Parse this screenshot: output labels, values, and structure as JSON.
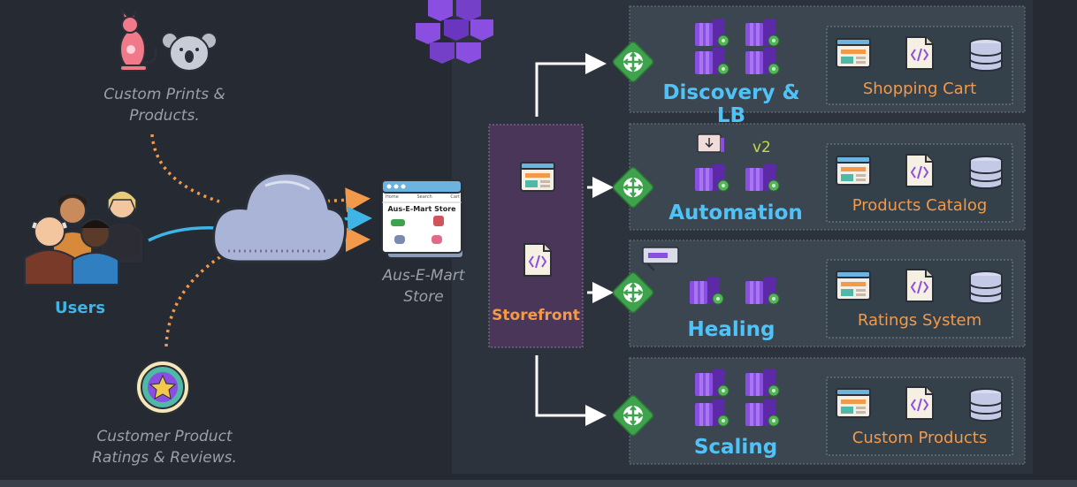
{
  "users": {
    "label": "Users",
    "prints_caption_line1": "Custom Prints &",
    "prints_caption_line2": "Products.",
    "ratings_caption_line1": "Customer Product",
    "ratings_caption_line2": "Ratings & Reviews."
  },
  "store": {
    "caption_line1": "Aus-E-Mart",
    "caption_line2": "Store",
    "browser_title": "Aus-E-Mart Store",
    "nav_home": "Home",
    "nav_search": "Search",
    "nav_cart": "Cart"
  },
  "storefront": {
    "label": "Storefront"
  },
  "sections": [
    {
      "title": "Discovery & LB",
      "service": "Shopping Cart"
    },
    {
      "title": "Automation",
      "service": "Products Catalog",
      "version": "v2"
    },
    {
      "title": "Healing",
      "service": "Ratings System"
    },
    {
      "title": "Scaling",
      "service": "Custom Products"
    }
  ],
  "colors": {
    "background": "#252a33",
    "cluster_panel": "#2d333c",
    "section_panel": "#3c4650",
    "storefront_panel": "#4a3658",
    "accent_orange": "#f2994a",
    "accent_blue": "#4fc3f7",
    "container_purple": "#7b3fd1",
    "router_green": "#3fa34d",
    "cloud": "#a9b4d6"
  }
}
